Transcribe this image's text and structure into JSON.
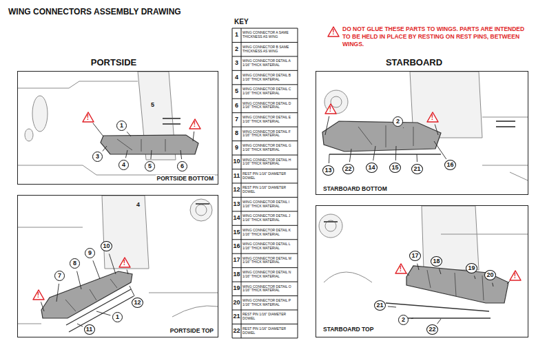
{
  "diagram": {
    "title": "WING CONNECTORS ASSEMBLY DRAWING",
    "nodes": [
      {
        "text": [
          "!"
        ]
      },
      {
        "text": [
          "PORTSIDE BOTTOM"
        ]
      },
      {
        "text": [
          "!"
        ],
        "in": 1
      },
      {
        "text": [
          "1"
        ],
        "in": 1
      },
      {
        "text": [
          "!"
        ],
        "in": 1
      },
      {
        "text": [
          "3"
        ],
        "in": 1
      },
      {
        "text": [
          "4"
        ],
        "in": 1
      },
      {
        "text": [
          "5"
        ],
        "in": 1
      },
      {
        "text": [
          "6"
        ],
        "in": 1
      },
      {
        "text": [
          "PORTSIDE TOP"
        ]
      },
      {
        "text": [
          "10"
        ],
        "in": 9
      },
      {
        "text": [
          "9"
        ],
        "in": 9
      },
      {
        "text": [
          "8"
        ],
        "in": 9
      },
      {
        "text": [
          "7"
        ],
        "in": 9
      },
      {
        "text": [
          "!"
        ],
        "in": 9
      },
      {
        "text": [
          "!"
        ],
        "in": 9
      },
      {
        "text": [
          "12"
        ],
        "in": 9
      },
      {
        "text": [
          "1"
        ],
        "in": 9
      },
      {
        "text": [
          "11"
        ],
        "in": 9
      },
      {
        "text": [
          "STARBOARD BOTTOM"
        ]
      },
      {
        "text": [
          "!"
        ],
        "in": 19
      },
      {
        "text": [
          "2"
        ],
        "in": 19
      },
      {
        "text": [
          "!"
        ],
        "in": 19
      },
      {
        "text": [
          "16"
        ],
        "in": 19
      },
      {
        "text": [
          "13"
        ],
        "in": 19
      },
      {
        "text": [
          "22"
        ],
        "in": 19
      },
      {
        "text": [
          "14"
        ],
        "in": 19
      },
      {
        "text": [
          "15"
        ],
        "in": 19
      },
      {
        "text": [
          "21"
        ],
        "in": 19
      },
      {
        "text": [
          "STARBOARD TOP"
        ]
      },
      {
        "text": [
          "17"
        ],
        "in": 29
      },
      {
        "text": [
          "18"
        ],
        "in": 29
      },
      {
        "text": [
          "19"
        ],
        "in": 29
      },
      {
        "text": [
          "!"
        ],
        "in": 29
      },
      {
        "text": [
          "20"
        ],
        "in": 29
      },
      {
        "text": [
          "!"
        ],
        "in": 29
      },
      {
        "text": [
          "21"
        ],
        "in": 29
      },
      {
        "text": [
          "2"
        ],
        "in": 29
      },
      {
        "text": [
          "22"
        ],
        "in": 29
      }
    ],
    "labels": [
      "KEY",
      "1",
      "WING CONNECTOR A SAME THICKNESS AS WING",
      "2",
      "WING CONNECTOR B SAME THICKNESS AS WING",
      "3",
      "WING CONNECTOR DETAIL A 1/16\" THICK MATERIAL",
      "4",
      "WING CONNECTOR DETAIL B 1/16\" THICK MATERIAL",
      "5",
      "WING CONNECTOR DETAIL C 1/16\" THICK MATERIAL",
      "6",
      "WING CONNECTOR DETAIL D 1/16\" THICK MATERIAL",
      "7",
      "WING CONNECTOR DETAIL E 1/16\" THICK MATERIAL",
      "8",
      "WING CONNECTOR DETAIL F 1/16\" THICK MATERIAL",
      "9",
      "WING CONNECTOR DETAIL G 1/16\" THICK MATERIAL",
      "10",
      "WING CONNECTOR DETAIL H 1/16\" THICK MATERIAL",
      "11",
      "REST PIN 1/16\" DIAMETER DOWEL",
      "12",
      "REST PIN 1/16\" DIAMETER DOWEL",
      "13",
      "WING CONNECTOR DETAIL I 1/16\" THICK MATERIAL",
      "14",
      "WING CONNECTOR DETAIL J 1/16\" THICK MATERIAL",
      "15",
      "WING CONNECTOR DETAIL K 1/16\" THICK MATERIAL",
      "16",
      "WING CONNECTOR DETAIL L 1/16\" THICK MATERIAL",
      "17",
      "WING CONNECTOR DETAIL M 1/16\" THICK MATERIAL",
      "18",
      "WING CONNECTOR DETAIL N 1/16\" THICK MATERIAL",
      "19",
      "WING CONNECTOR DETAIL O 1/16\" THICK MATERIAL",
      "20",
      "WING CONNECTOR DETAIL P 1/16\" THICK MATERIAL",
      "21",
      "REST PIN 1/16\" DIAMETER DOWEL",
      "22",
      "REST PIN 1/16\" DIAMETER DOWEL",
      "DO NOT GLUE THESE PARTS TO WINGS. PARTS ARE INTENDED TO BE HELD IN PLACE BY RESTING ON REST PINS, BETWEEN WINGS.",
      "PORTSIDE",
      "STARBOARD",
      "5",
      "4"
    ]
  }
}
